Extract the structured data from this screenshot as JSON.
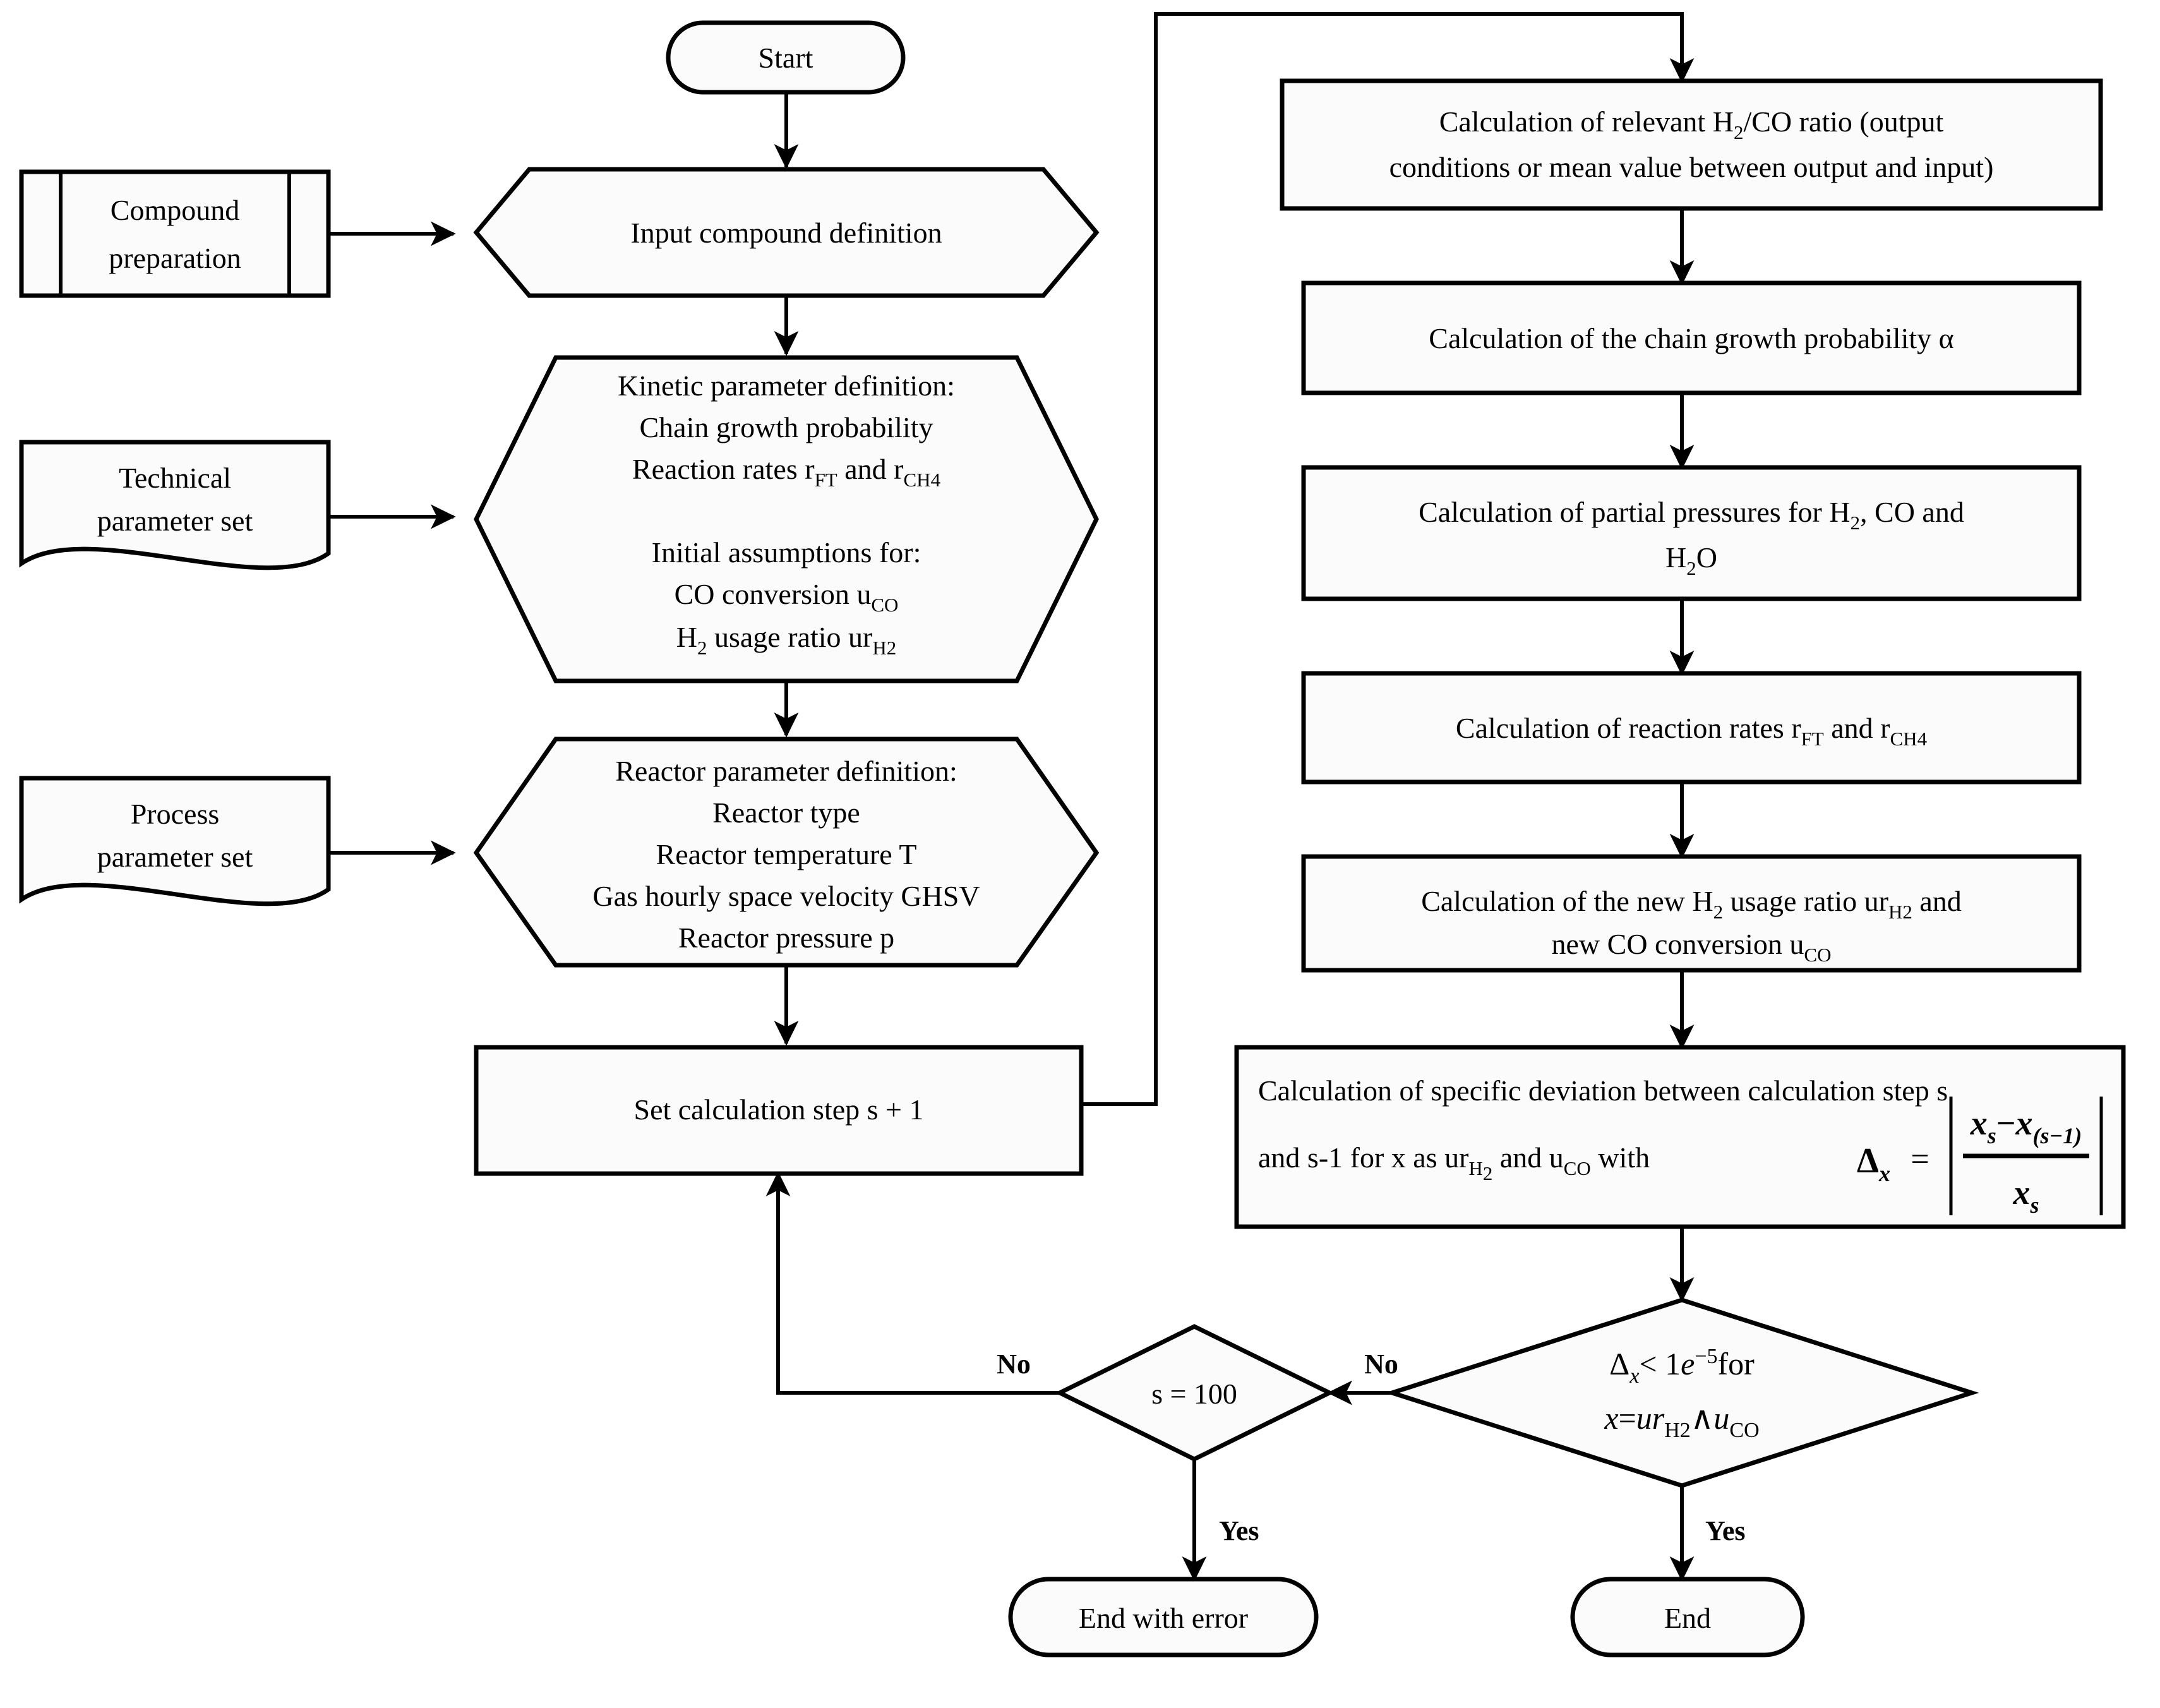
{
  "diagram": {
    "type": "flowchart",
    "title": "Fischer-Tropsch reactor model calculation flowchart",
    "background_color": "#ffffff",
    "shape_fill": "#fbfbfb",
    "stroke_color": "#000000"
  },
  "nodes": {
    "start": {
      "label": "Start",
      "shape": "terminator"
    },
    "compound_preparation": {
      "label_line1": "Compound",
      "label_line2": "preparation",
      "shape": "predefined-process"
    },
    "input_compound_definition": {
      "label": "Input compound definition",
      "shape": "hexagon"
    },
    "technical_parameter_set": {
      "label_line1": "Technical",
      "label_line2": "parameter set",
      "shape": "document"
    },
    "process_parameter_set": {
      "label_line1": "Process",
      "label_line2": "parameter set",
      "shape": "document"
    },
    "kinetic_parameter_definition": {
      "shape": "hexagon",
      "lines": [
        "Kinetic parameter definition:",
        "Chain growth probability",
        "Reaction rates r_FT and r_CH4",
        "",
        "Initial assumptions for:",
        "CO conversion u_CO",
        "H2 usage ratio ur_H2"
      ],
      "line1": "Kinetic parameter definition:",
      "line2": "Chain growth probability",
      "line3_a": "Reaction rates r",
      "line3_sub1": "FT",
      "line3_b": " and r",
      "line3_sub2": "CH4",
      "line4": "Initial assumptions for:",
      "line5_a": "CO conversion u",
      "line5_sub": "CO",
      "line6_a": "H",
      "line6_sub1": "2",
      "line6_b": " usage ratio ur",
      "line6_sub2": "H2"
    },
    "reactor_parameter_definition": {
      "shape": "hexagon",
      "line1": "Reactor parameter definition:",
      "line2": "Reactor type",
      "line3": "Reactor temperature T",
      "line4": "Gas hourly space velocity GHSV",
      "line5": "Reactor pressure p"
    },
    "set_calculation_step": {
      "label": "Set calculation step s + 1",
      "shape": "process"
    },
    "calc_h2co_ratio": {
      "shape": "process",
      "line1_a": "Calculation of relevant H",
      "line1_sub": "2",
      "line1_b": "/CO ratio (output",
      "line2": "conditions or mean value between output and input)"
    },
    "calc_chain_growth": {
      "shape": "process",
      "label": "Calculation of the chain growth probability α"
    },
    "calc_partial_pressures": {
      "shape": "process",
      "line1_a": "Calculation of partial pressures for H",
      "line1_sub": "2",
      "line1_b": ", CO and",
      "line2_a": "H",
      "line2_sub": "2",
      "line2_b": "O"
    },
    "calc_reaction_rates": {
      "shape": "process",
      "line1_a": "Calculation of reaction rates r",
      "line1_sub1": "FT",
      "line1_b": " and r",
      "line1_sub2": "CH4"
    },
    "calc_new_usage_ratio": {
      "shape": "process",
      "line1_a": "Calculation of the new H",
      "line1_sub1": "2",
      "line1_b": " usage ratio ur",
      "line1_sub2": "H2",
      "line1_c": " and",
      "line2_a": "new CO conversion u",
      "line2_sub": "CO"
    },
    "calc_deviation": {
      "shape": "process",
      "line1": "Calculation of specific deviation between calculation step s",
      "line2_a": "and s-1 for x as ur",
      "line2_sub1": "H",
      "line2_sub1b": "2",
      "line2_b": " and u",
      "line2_sub2": "CO",
      "line2_c": " with ",
      "delta_symbol": "Δ",
      "delta_sub": "x",
      "equals": "=",
      "fraction_numerator_a": "x",
      "fraction_numerator_sub_a": "s",
      "fraction_numerator_minus": "−",
      "fraction_numerator_b": "x",
      "fraction_numerator_sub_b": "(s−1)",
      "fraction_denominator": "x",
      "fraction_denominator_sub": "s"
    },
    "decision_convergence": {
      "shape": "diamond",
      "line1_delta": "Δ",
      "line1_delta_sub": "x",
      "line1_lt": "< 1",
      "line1_e": "e",
      "line1_exp": "−5",
      "line1_for": "for",
      "line2_x": "x",
      "line2_eq": "=",
      "line2_ur": "ur",
      "line2_ur_sub": "H2",
      "line2_and": "∧",
      "line2_u": "u",
      "line2_u_sub": "CO"
    },
    "decision_step_limit": {
      "shape": "diamond",
      "label": "s = 100"
    },
    "end_with_error": {
      "label": "End with error",
      "shape": "terminator"
    },
    "end": {
      "label": "End",
      "shape": "terminator"
    }
  },
  "edge_labels": {
    "no_left": "No",
    "no_right": "No",
    "yes_left": "Yes",
    "yes_right": "Yes"
  }
}
